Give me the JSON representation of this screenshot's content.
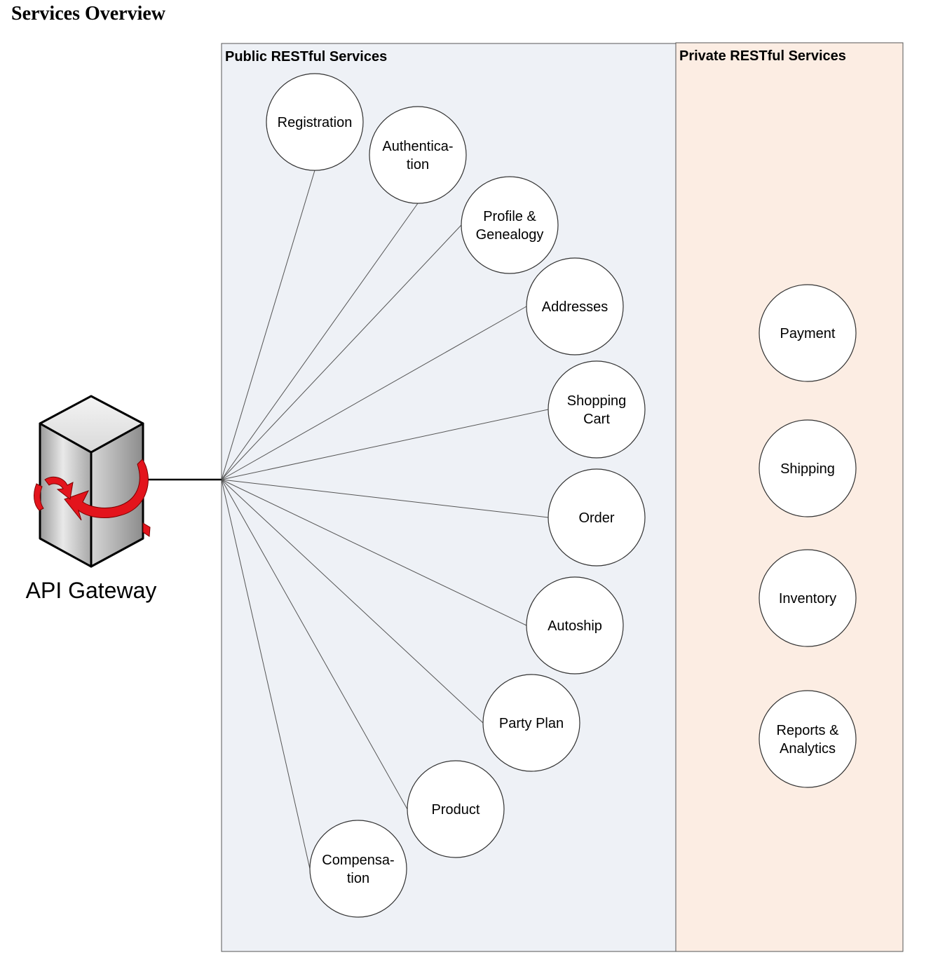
{
  "title": "Services Overview",
  "gateway": {
    "label": "API Gateway",
    "icon": "server-tower-icon"
  },
  "public_panel": {
    "title": "Public RESTful Services",
    "fill": "#eef1f6",
    "services": [
      {
        "lines": [
          "Registration"
        ]
      },
      {
        "lines": [
          "Authentica-",
          "tion"
        ]
      },
      {
        "lines": [
          "Profile &",
          "Genealogy"
        ]
      },
      {
        "lines": [
          "Addresses"
        ]
      },
      {
        "lines": [
          "Shopping",
          "Cart"
        ]
      },
      {
        "lines": [
          "Order"
        ]
      },
      {
        "lines": [
          "Autoship"
        ]
      },
      {
        "lines": [
          "Party Plan"
        ]
      },
      {
        "lines": [
          "Product"
        ]
      },
      {
        "lines": [
          "Compensa-",
          "tion"
        ]
      }
    ]
  },
  "private_panel": {
    "title": "Private RESTful Services",
    "fill": "#fcede3",
    "services": [
      {
        "lines": [
          "Payment"
        ]
      },
      {
        "lines": [
          "Shipping"
        ]
      },
      {
        "lines": [
          "Inventory"
        ]
      },
      {
        "lines": [
          "Reports &",
          "Analytics"
        ]
      }
    ]
  },
  "colors": {
    "arrow": "#e3141c",
    "line": "#555555"
  }
}
